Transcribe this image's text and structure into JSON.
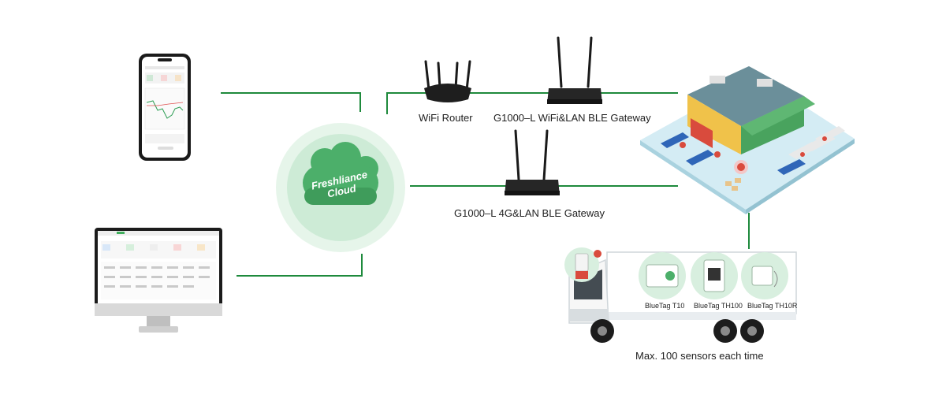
{
  "cloud": {
    "line1": "Freshliance",
    "line2": "Cloud"
  },
  "devices": {
    "wifi_router": "WiFi Router",
    "wifi_lan_gateway": "G1000–L WiFi&LAN BLE Gateway",
    "lte_lan_gateway": "G1000–L 4G&LAN BLE Gateway"
  },
  "sensors": [
    {
      "label": "BlueTag T10"
    },
    {
      "label": "BlueTag TH100"
    },
    {
      "label": "BlueTag TH10R"
    }
  ],
  "truck_caption": "Max. 100 sensors each time",
  "colors": {
    "line": "#1e8a3c",
    "cloud": "#4caf6a",
    "halo": "#dff2e4"
  },
  "icons": [
    "smartphone-icon",
    "monitor-icon",
    "cloud-icon",
    "router-icon",
    "gateway-icon",
    "warehouse-icon",
    "truck-icon",
    "sensor-icon"
  ]
}
